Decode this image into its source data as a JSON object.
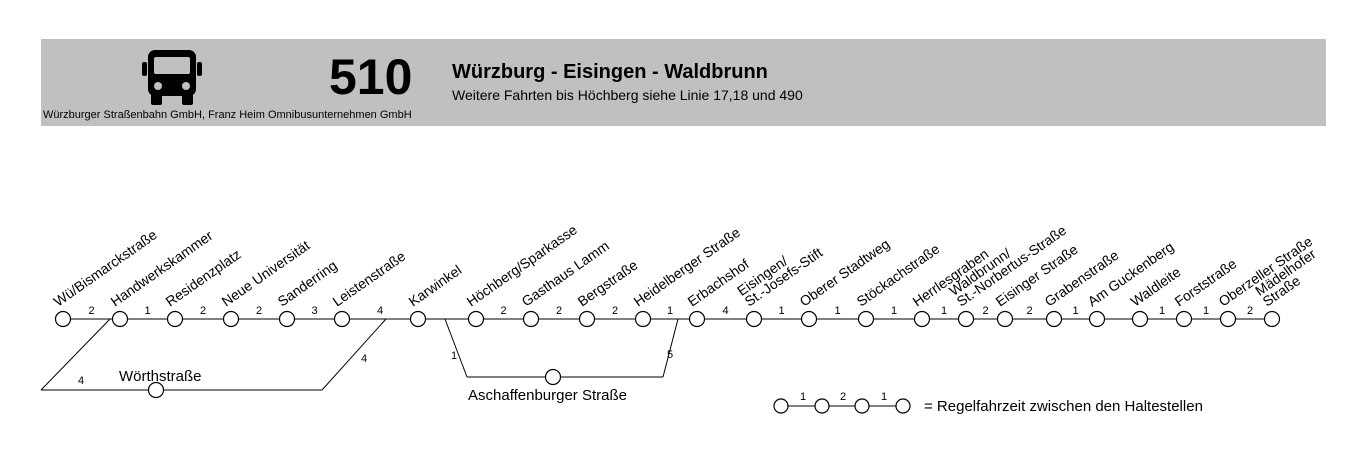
{
  "header": {
    "route_number": "510",
    "title": "Würzburg - Eisingen - Waldbrunn",
    "subtitle": "Weitere Fahrten bis Höchberg siehe Linie 17,18 und 490",
    "operator": "Würzburger Straßenbahn GmbH, Franz Heim Omnibusunternehmen GmbH",
    "icon": "bus-icon",
    "background_color": "#c0c0c0"
  },
  "stops": [
    {
      "name": [
        "Wü/Bismarckstraße"
      ]
    },
    {
      "name": [
        "Handwerkskammer"
      ]
    },
    {
      "name": [
        "Residenzplatz"
      ]
    },
    {
      "name": [
        "Neue Universität"
      ]
    },
    {
      "name": [
        "Sanderring"
      ]
    },
    {
      "name": [
        "Leistenstraße"
      ]
    },
    {
      "name": [
        "Karwinkel"
      ]
    },
    {
      "name": [
        "Höchberg/Sparkasse"
      ]
    },
    {
      "name": [
        "Gasthaus Lamm"
      ]
    },
    {
      "name": [
        "Bergstraße"
      ]
    },
    {
      "name": [
        "Heidelberger Straße"
      ]
    },
    {
      "name": [
        "Erbachshof"
      ]
    },
    {
      "name": [
        "Eisingen/",
        "St.-Josefs-Stift"
      ]
    },
    {
      "name": [
        "Oberer Stadtweg"
      ]
    },
    {
      "name": [
        "Stöckachstraße"
      ]
    },
    {
      "name": [
        "Herrlesgraben"
      ]
    },
    {
      "name": [
        "Waldbrunn/",
        "St.-Norbertus-Straße"
      ]
    },
    {
      "name": [
        "Eisinger Straße"
      ]
    },
    {
      "name": [
        "Grabenstraße"
      ]
    },
    {
      "name": [
        "Am Guckenberg"
      ]
    },
    {
      "name": [
        "Waldleite"
      ]
    },
    {
      "name": [
        "Forststraße"
      ]
    },
    {
      "name": [
        "Oberzeller Straße"
      ]
    },
    {
      "name": [
        "Mädelhofer",
        "Straße"
      ]
    }
  ],
  "travel_times": [
    "2",
    "1",
    "2",
    "2",
    "3",
    "4",
    "",
    "2",
    "2",
    "2",
    "1",
    "4",
    "1",
    "1",
    "1",
    "1",
    "2",
    "2",
    "1",
    "",
    "1",
    "1",
    "2"
  ],
  "branches": {
    "woerth": {
      "name": "Wörthstraße",
      "time_out": "4",
      "time_back": "4"
    },
    "aschaffenburger": {
      "name": "Aschaffenburger Straße",
      "time_out": "1",
      "time_back": "5"
    }
  },
  "legend": {
    "times": [
      "1",
      "2",
      "1"
    ],
    "text": "= Regelfahrzeit zwischen den Haltestellen"
  }
}
